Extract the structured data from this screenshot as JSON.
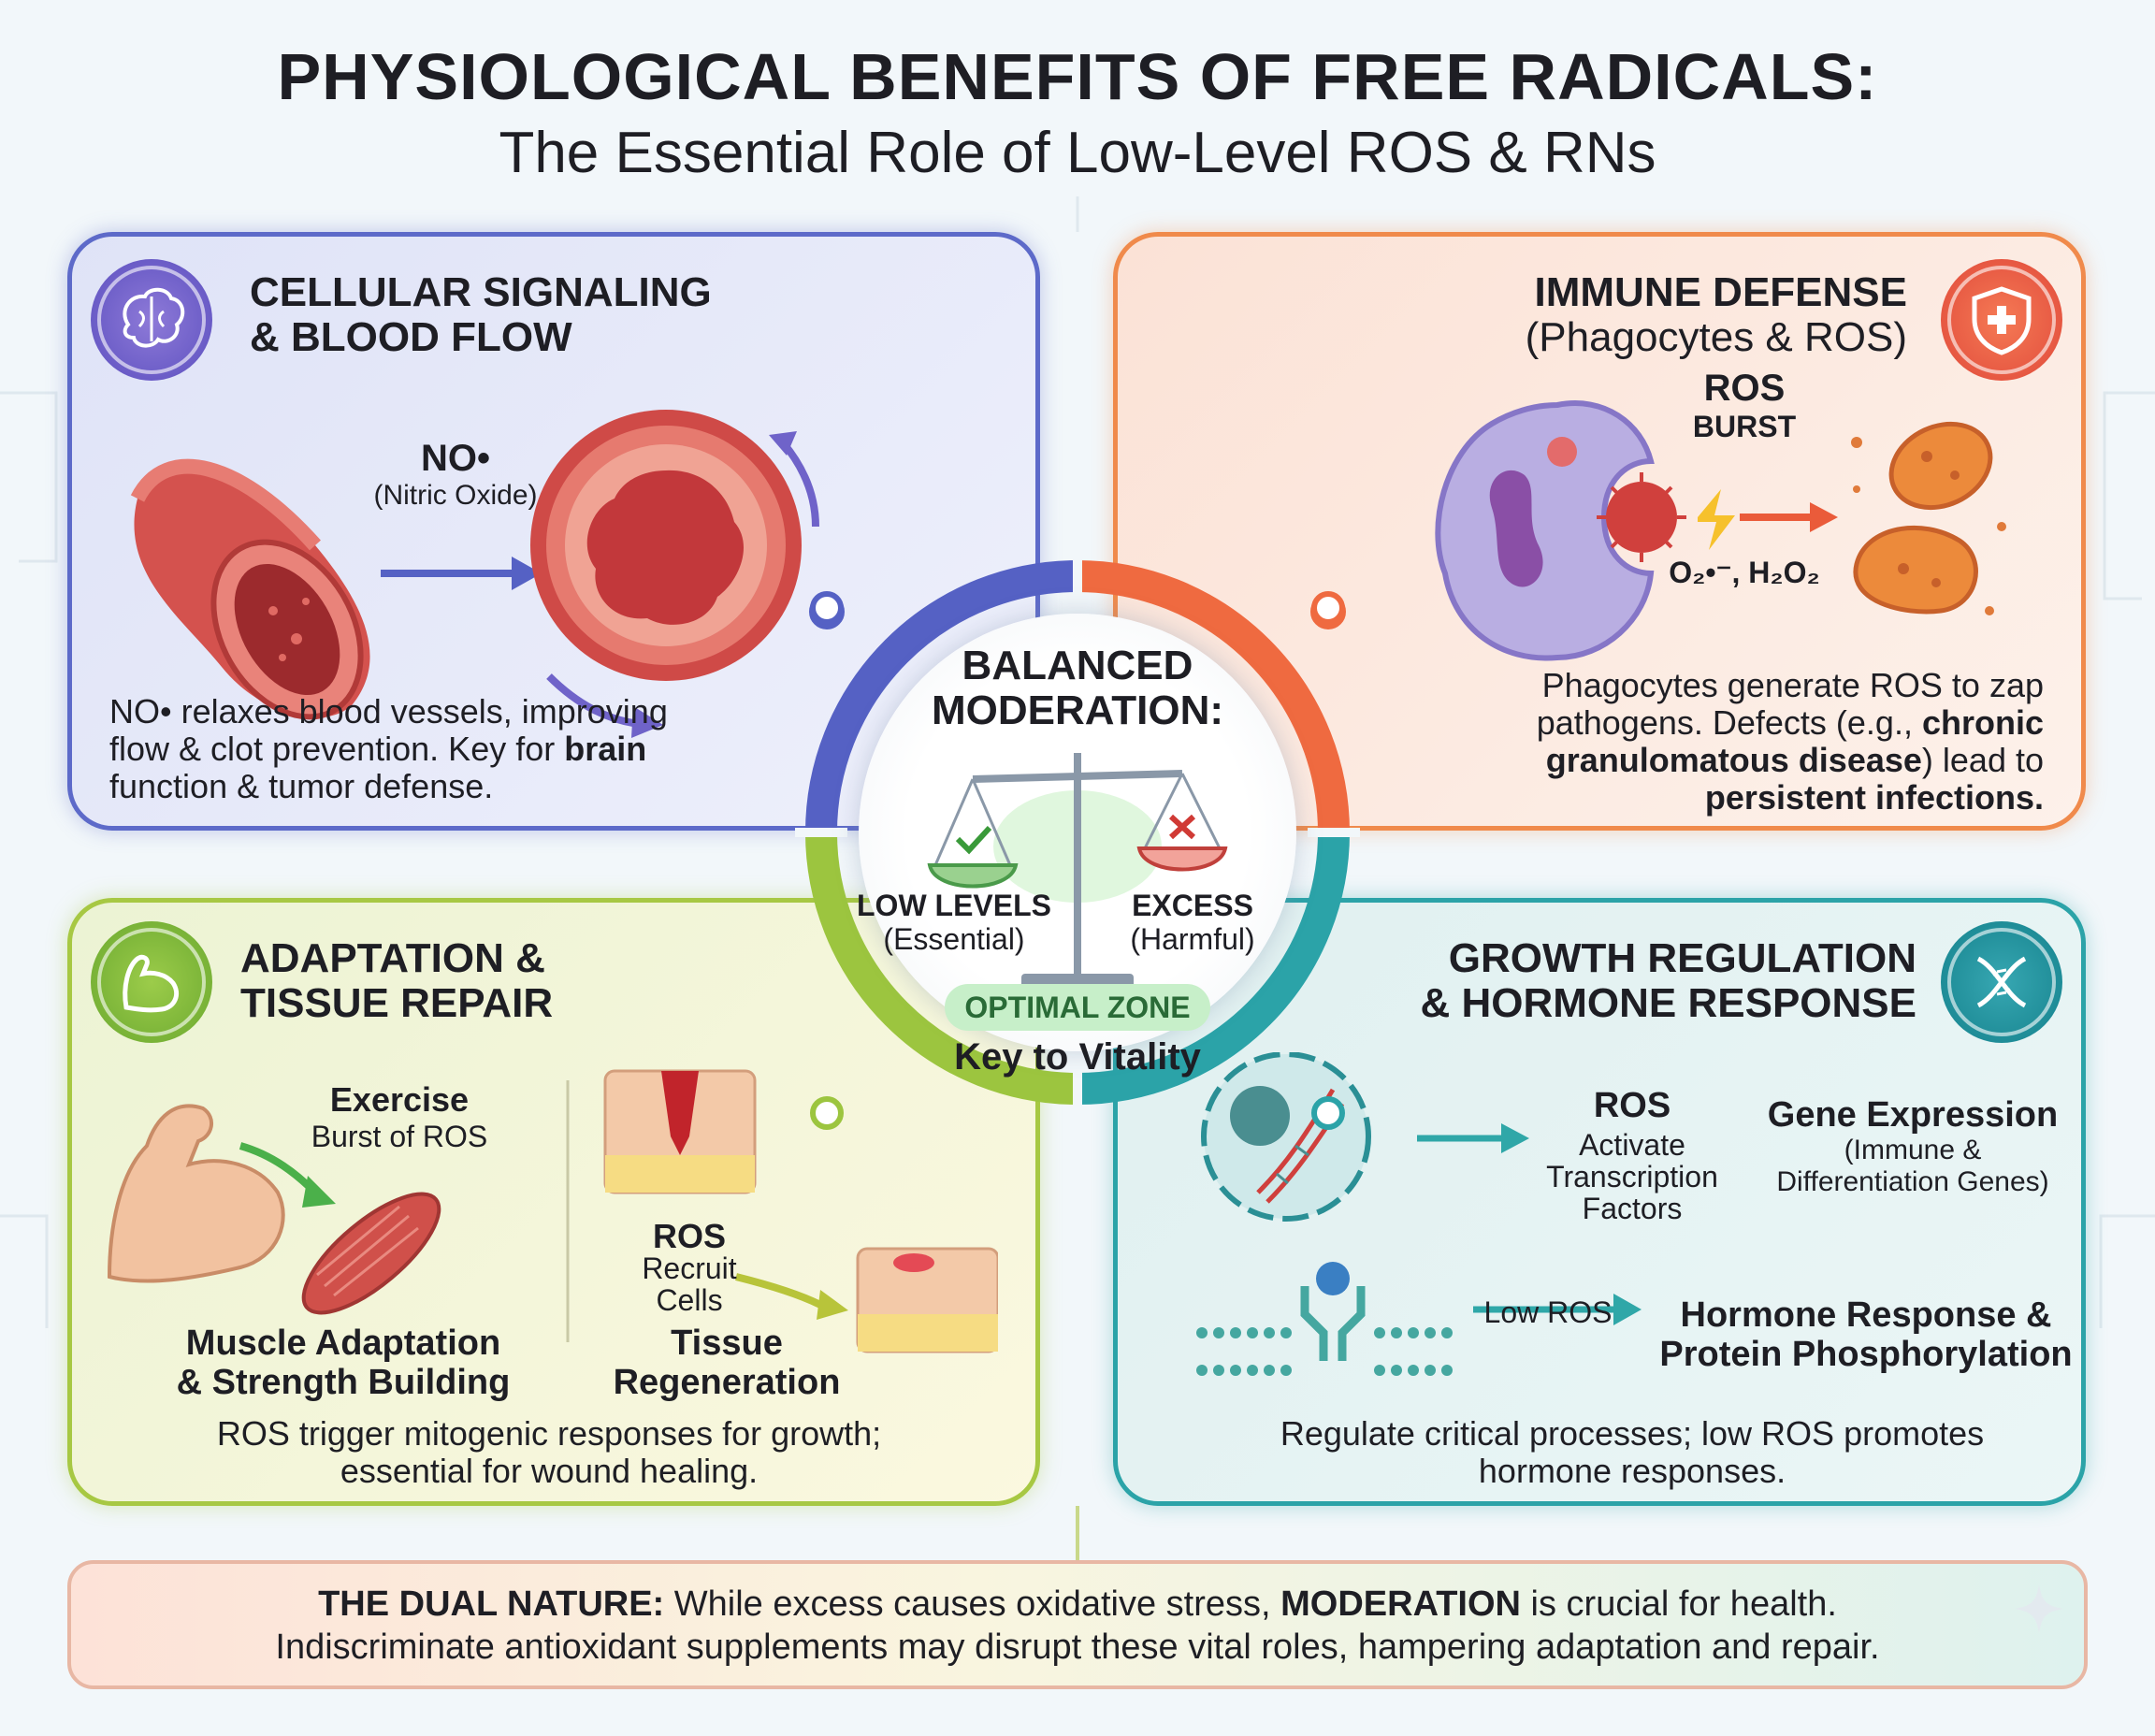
{
  "header": {
    "title": "PHYSIOLOGICAL BENEFITS OF FREE RADICALS:",
    "subtitle": "The Essential Role of Low-Level ROS & RNs"
  },
  "colors": {
    "signaling": "#5d6ac9",
    "immune": "#f08a4b",
    "adaptation": "#a7c843",
    "growth": "#2ba3a8"
  },
  "signaling": {
    "icon": "brain-icon",
    "title_line1": "CELLULAR SIGNALING",
    "title_line2": "& BLOOD FLOW",
    "molecule": "NO•",
    "molecule_name": "(Nitric Oxide)",
    "text_line1": "NO• relaxes blood vessels, improving",
    "text_line2_pre": "flow & clot prevention. Key for ",
    "text_line2_bold": "brain",
    "text_line3": "function & tumor defense."
  },
  "immune": {
    "icon": "shield-cross-icon",
    "title_line1": "IMMUNE DEFENSE",
    "title_line2": "(Phagocytes & ROS)",
    "ros": "ROS",
    "burst": "BURST",
    "species": "O₂•⁻, H₂O₂",
    "text_line1": "Phagocytes generate ROS to zap",
    "text_line2_pre": "pathogens. Defects (e.g., ",
    "text_line2_bold": "chronic",
    "text_line3_bold": "granulomatous disease",
    "text_line3_post": ") lead to",
    "text_line4_bold": "persistent infections."
  },
  "center": {
    "title_line1": "BALANCED",
    "title_line2": "MODERATION:",
    "low": "LOW LEVELS",
    "low_sub": "(Essential)",
    "excess": "EXCESS",
    "excess_sub": "(Harmful)",
    "zone": "OPTIMAL ZONE",
    "key": "Key to Vitality"
  },
  "adaptation": {
    "icon": "flexed-arm-icon",
    "title_line1": "ADAPTATION &",
    "title_line2": "TISSUE REPAIR",
    "exercise": "Exercise",
    "exercise_sub": "Burst of ROS",
    "muscle_line1": "Muscle Adaptation",
    "muscle_line2": "& Strength Building",
    "ros": "ROS",
    "recruit_line1": "Recruit",
    "recruit_line2": "Cells",
    "tissue_line1": "Tissue",
    "tissue_line2": "Regeneration",
    "text_line1": "ROS trigger mitogenic responses for growth;",
    "text_line2": "essential for wound healing."
  },
  "growth": {
    "icon": "dna-icon",
    "title_line1": "GROWTH REGULATION",
    "title_line2": "& HORMONE RESPONSE",
    "ros": "ROS",
    "activate_line1": "Activate",
    "activate_line2": "Transcription",
    "activate_line3": "Factors",
    "gene": "Gene Expression",
    "gene_sub1": "(Immune &",
    "gene_sub2": "Differentiation Genes)",
    "low_ros": "Low ROS",
    "hormone_line1": "Hormone Response &",
    "hormone_line2": "Protein Phosphorylation",
    "text_line1": "Regulate critical processes; low ROS promotes",
    "text_line2": "hormone responses."
  },
  "footer": {
    "lead": "THE DUAL NATURE:",
    "line1_a": " While excess causes oxidative stress, ",
    "line1_bold": "MODERATION",
    "line1_b": " is crucial for health.",
    "line2": "Indiscriminate antioxidant supplements may disrupt these vital roles, hampering adaptation and repair."
  }
}
